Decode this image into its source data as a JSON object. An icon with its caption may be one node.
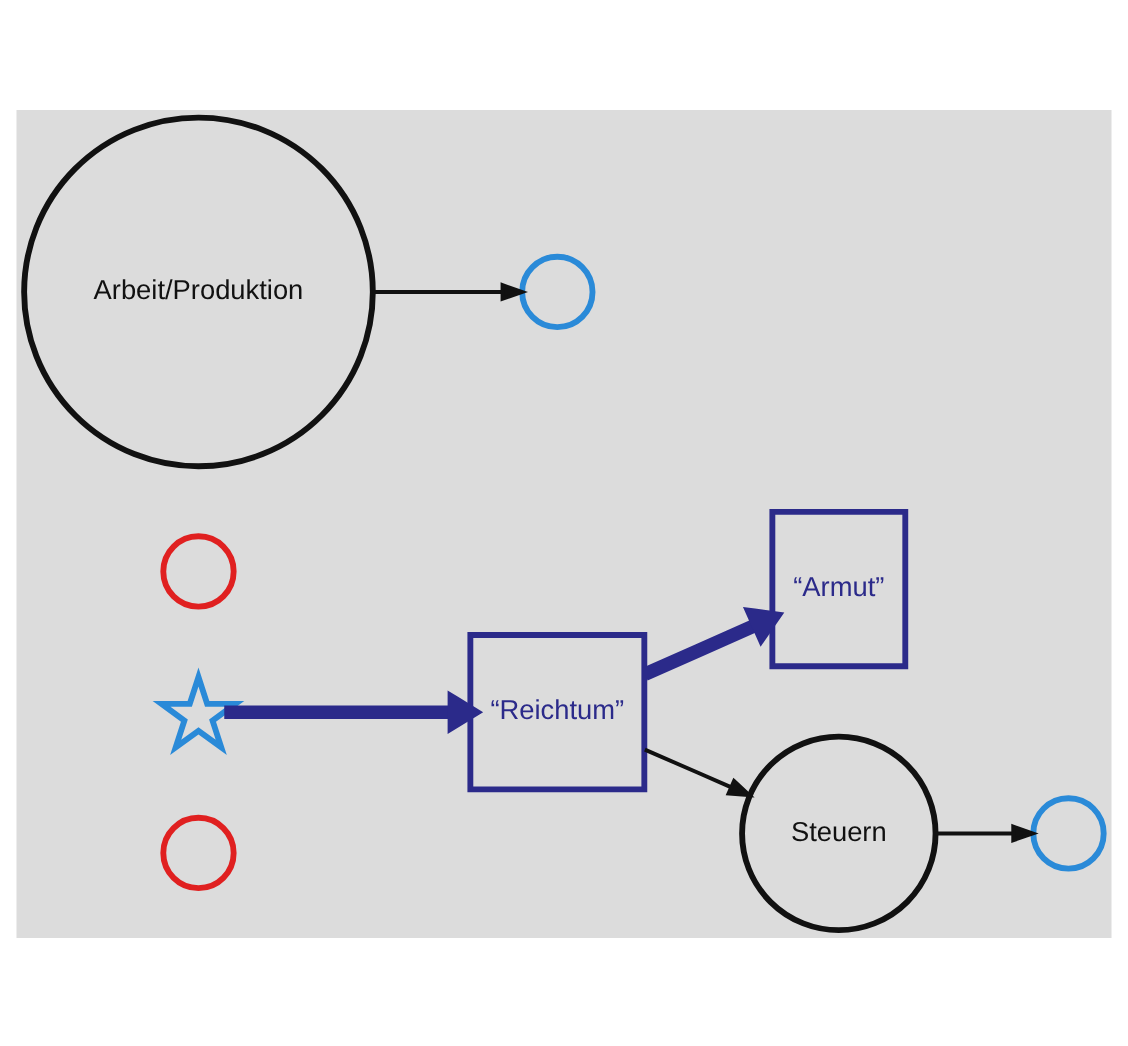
{
  "diagram": {
    "nodes": [
      {
        "text": [],
        "shape": "circle"
      },
      {
        "text": [],
        "shape": "star"
      },
      {
        "text": [],
        "shape": "circle"
      },
      {
        "text": [],
        "shape": "circle"
      },
      {
        "text": [
          "“Reichtum”"
        ]
      },
      {
        "text": [],
        "shape": "circle"
      },
      {
        "text": [
          "“Armut”"
        ]
      },
      {
        "text": [
          "Arbeit/Produktion"
        ]
      },
      {
        "text": [
          "Steuern"
        ]
      }
    ],
    "edges": [
      {
        "from": 1,
        "to": 4,
        "arrow": "to",
        "style": "thick",
        "color": "#2b2a8a"
      },
      {
        "from": 4,
        "to": 6,
        "arrow": "to",
        "style": "thick",
        "color": "#2b2a8a"
      },
      {
        "from": 7,
        "to": 3,
        "arrow": "to"
      },
      {
        "from": 4,
        "to": 8,
        "arrow": "to"
      },
      {
        "from": 8,
        "to": 5,
        "arrow": "to"
      }
    ]
  }
}
